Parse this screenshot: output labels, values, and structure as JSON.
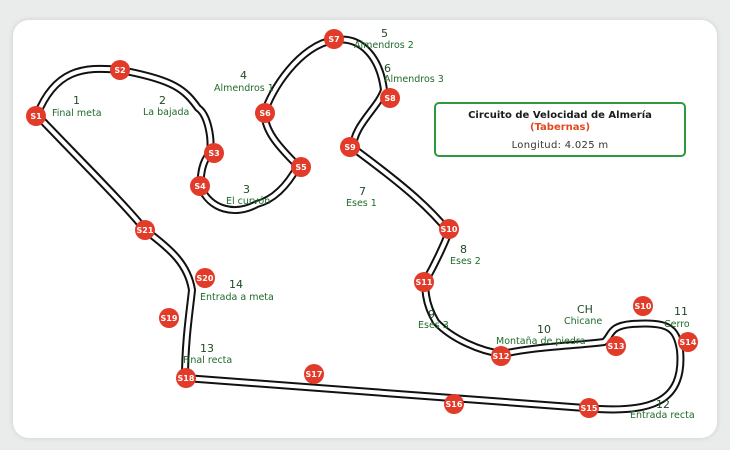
{
  "circuit": {
    "title": "Circuito de Velocidad de Almería",
    "subtitle": "(Tabernas)",
    "length": "Longitud: 4.025 m"
  },
  "corners": [
    {
      "number": "1",
      "name": "Final meta"
    },
    {
      "number": "2",
      "name": "La bajada"
    },
    {
      "number": "3",
      "name": "El curvón"
    },
    {
      "number": "4",
      "name": "Almendros 1"
    },
    {
      "number": "5",
      "name": "Almendros 2"
    },
    {
      "number": "6",
      "name": "Almendros 3"
    },
    {
      "number": "7",
      "name": "Eses 1"
    },
    {
      "number": "8",
      "name": "Eses 2"
    },
    {
      "number": "9",
      "name": "Eses 3"
    },
    {
      "number": "10",
      "name": "Montaña de piedra"
    },
    {
      "number": "CH",
      "name": "Chicane"
    },
    {
      "number": "11",
      "name": "Cerro"
    },
    {
      "number": "12",
      "name": "Entrada recta"
    },
    {
      "number": "13",
      "name": "Final recta"
    },
    {
      "number": "14",
      "name": "Entrada a meta"
    }
  ],
  "sectors": [
    "S1",
    "S2",
    "S3",
    "S4",
    "S5",
    "S6",
    "S7",
    "S8",
    "S9",
    "S10",
    "S11",
    "S12",
    "S13",
    "S10",
    "S14",
    "S15",
    "S16",
    "S17",
    "S18",
    "S19",
    "S20",
    "S21"
  ],
  "colors": {
    "track_outline": "#111111",
    "track_surface": "#ffffff",
    "sector_marker": "#e23b2a",
    "accent_green": "#2f9a3d",
    "subtitle_orange": "#e2481f"
  }
}
